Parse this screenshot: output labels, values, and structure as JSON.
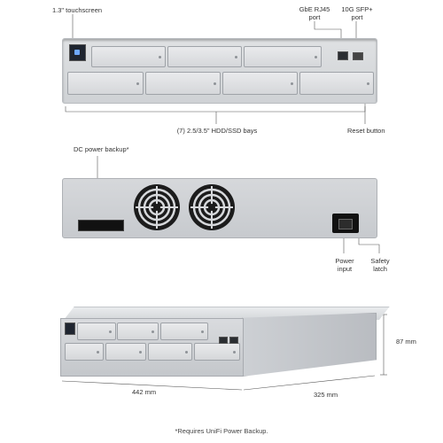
{
  "labels": {
    "touchscreen": "1.3\" touchscreen",
    "gbe_port": "GbE RJ45\nport",
    "sfp_port": "10G SFP+\nport",
    "hdd_bays": "(7) 2.5/3.5\" HDD/SSD bays",
    "reset_button": "Reset button",
    "dc_power_backup": "DC power backup*",
    "power_input": "Power\ninput",
    "safety_latch": "Safety\nlatch",
    "height": "87 mm",
    "width": "442 mm",
    "depth": "325 mm",
    "footnote": "*Requires UniFi Power Backup."
  },
  "colors": {
    "chassis": "#d4d7da",
    "fan": "#1c1c1c",
    "line": "#555555"
  }
}
